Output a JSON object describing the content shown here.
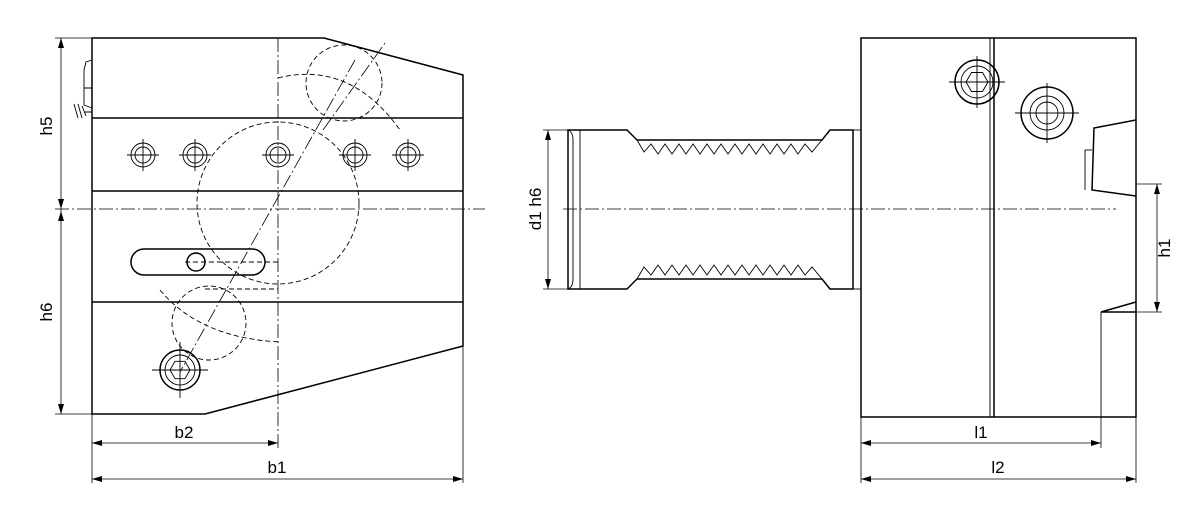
{
  "dimensions": {
    "b1": "b1",
    "b2": "b2",
    "h5": "h5",
    "h6": "h6",
    "h1": "h1",
    "d1": "d1 h6",
    "l1": "l1",
    "l2": "l2"
  },
  "colors": {
    "line": "#000000",
    "background": "#ffffff"
  }
}
